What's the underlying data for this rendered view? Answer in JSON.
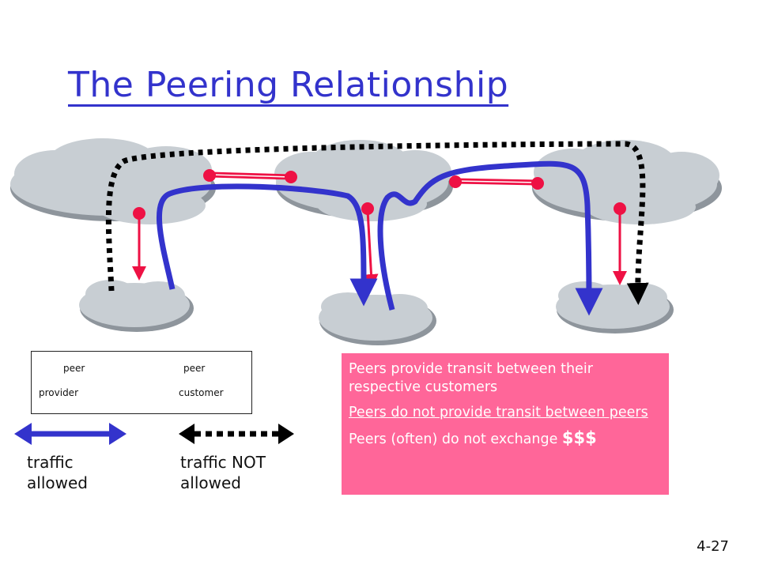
{
  "slide": {
    "title": "The Peering Relationship",
    "page_number": "4-27"
  },
  "legend": {
    "peer_left": "peer",
    "peer_right": "peer",
    "provider": "provider",
    "customer": "customer"
  },
  "arrows": {
    "allowed_line1": "traffic",
    "allowed_line2": "allowed",
    "not_allowed_line1": "traffic NOT",
    "not_allowed_line2": "allowed"
  },
  "notes": {
    "line1": "Peers provide transit between their respective customers",
    "line2": "Peers do not provide transit between peers",
    "line3_prefix": "Peers (often) do not exchange ",
    "line3_money": "$$$"
  },
  "colors": {
    "title": "#3333cc",
    "allowed_traffic": "#3333cc",
    "not_allowed_traffic": "#000000",
    "link_red": "#ee1144",
    "cloud_fill": "#c8ced3",
    "notes_background": "#ff6699"
  }
}
